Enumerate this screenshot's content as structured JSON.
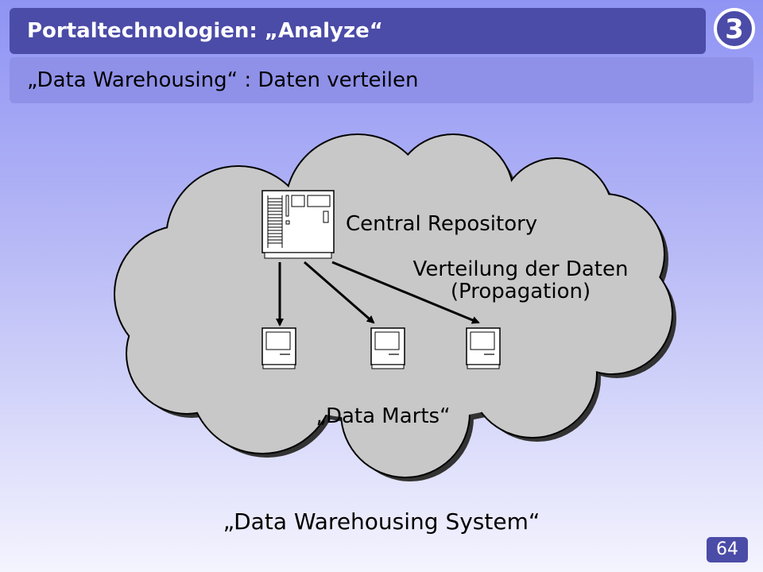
{
  "header": {
    "title": "Portaltechnologien: „Analyze“",
    "chapter_number": "3"
  },
  "subheader": {
    "title": "„Data Warehousing“ : Daten verteilen"
  },
  "diagram": {
    "repository_label": "Central Repository",
    "propagation_label_line1": "Verteilung der Daten",
    "propagation_label_line2": "(Propagation)",
    "data_marts_label": "„Data Marts“",
    "system_caption": "„Data Warehousing System“",
    "cloud_color": "#c8c8c8"
  },
  "footer": {
    "page_number": "64"
  }
}
